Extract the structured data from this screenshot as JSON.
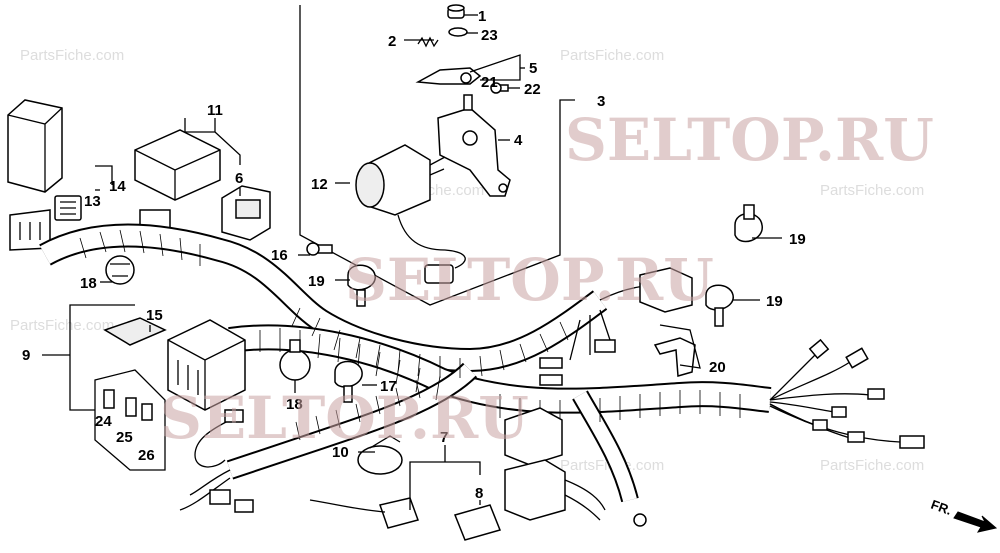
{
  "watermark": {
    "primary": "SELTOP.RU",
    "faint": "PartsFiche.com"
  },
  "direction_label": "FR.",
  "callouts": {
    "c1": "1",
    "c2": "2",
    "c3": "3",
    "c4": "4",
    "c5": "5",
    "c6": "6",
    "c7": "7",
    "c8": "8",
    "c9": "9",
    "c10": "10",
    "c11": "11",
    "c12": "12",
    "c13": "13",
    "c14": "14",
    "c15": "15",
    "c16": "16",
    "c17": "17",
    "c18a": "18",
    "c18b": "18",
    "c19a": "19",
    "c19b": "19",
    "c19c": "19",
    "c20": "20",
    "c21": "21",
    "c22": "22",
    "c23": "23",
    "c24": "24",
    "c25": "25",
    "c26": "26"
  }
}
